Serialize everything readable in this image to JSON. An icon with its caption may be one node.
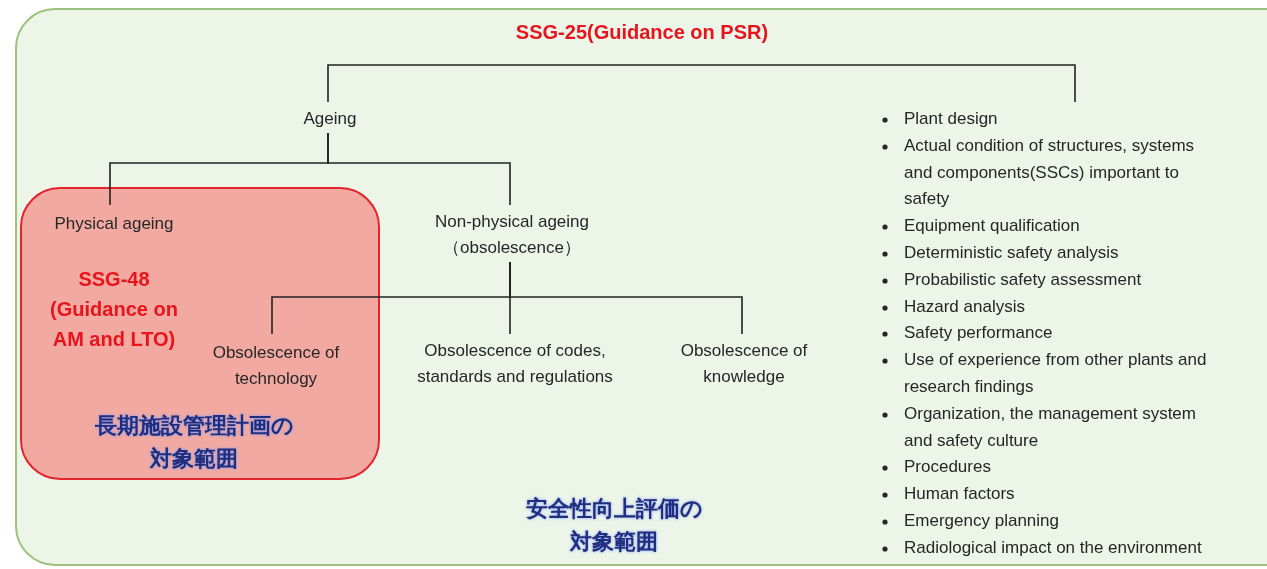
{
  "diagram": {
    "nodes": [
      {
        "text": [
          "SSG-25(Guidance on PSR)",
          "安全性向上評価の対象範囲"
        ]
      },
      {
        "text": [
          "Ageing"
        ],
        "in": 0
      },
      {
        "text": [
          "Plant design",
          "Actual condition of structures, systems and components(SSCs) important to safety",
          "Equipment qualification",
          "Deterministic safety analysis",
          "Probabilistic safety assessment",
          "Hazard analysis",
          "Safety performance",
          "Use of experience from other plants and research findings",
          "Organization, the management system and safety culture",
          "Procedures",
          "Human factors",
          "Emergency planning",
          "Radiological impact on the environment"
        ],
        "in": 0
      },
      {
        "text": [
          "SSG-48 (Guidance on AM and LTO)",
          "長期施設管理計画の対象範囲"
        ],
        "in": 0
      },
      {
        "text": [
          "Physical ageing"
        ],
        "in": 3
      },
      {
        "text": [
          "Non-physical ageing （obsolescence）"
        ],
        "in": 0
      },
      {
        "text": [
          "Obsolescence of technology"
        ],
        "in": 3
      },
      {
        "text": [
          "Obsolescence of codes, standards and regulations"
        ],
        "in": 0
      },
      {
        "text": [
          "Obsolescence of knowledge"
        ],
        "in": 0
      }
    ],
    "edges": [
      {
        "from": 0,
        "to": 1,
        "arrow": "none"
      },
      {
        "from": 0,
        "to": 2,
        "arrow": "none"
      },
      {
        "from": 1,
        "to": 4,
        "arrow": "none"
      },
      {
        "from": 1,
        "to": 5,
        "arrow": "none"
      },
      {
        "from": 5,
        "to": 6,
        "arrow": "none"
      },
      {
        "from": 5,
        "to": 7,
        "arrow": "none"
      },
      {
        "from": 5,
        "to": 8,
        "arrow": "none"
      }
    ]
  }
}
